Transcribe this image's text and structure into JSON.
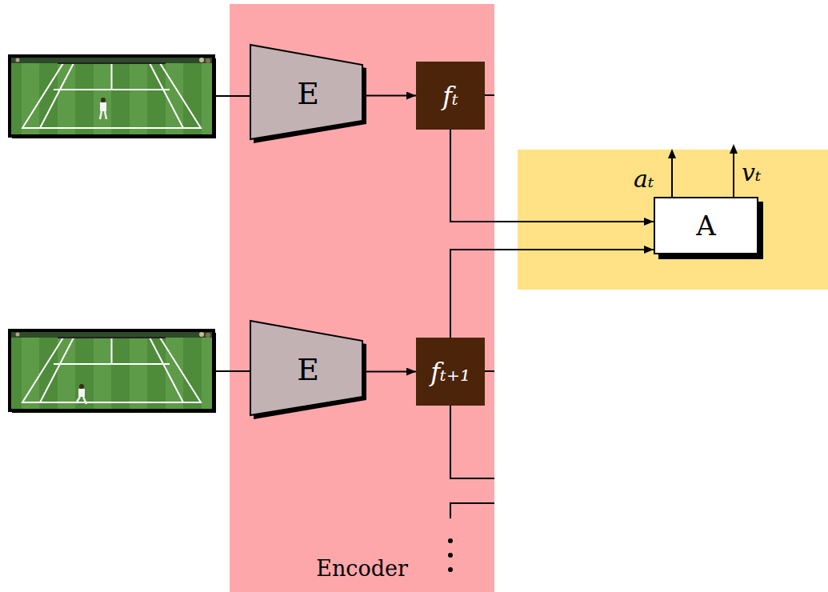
{
  "diagram": {
    "nodes": [
      {
        "text": [
          "Encoder"
        ]
      },
      {
        "text": [
          "E"
        ],
        "in": 0
      },
      {
        "text": [
          "fₜ"
        ],
        "in": 0
      },
      {
        "text": [
          "E"
        ],
        "in": 0
      },
      {
        "text": [
          "fₜ₊₁"
        ],
        "in": 0
      },
      {
        "text": [
          "A"
        ]
      }
    ],
    "edges": [
      {
        "from": 1,
        "to": 2,
        "arrow": "to"
      },
      {
        "from": 2,
        "to": 5,
        "arrow": "to"
      },
      {
        "from": 3,
        "to": 4,
        "arrow": "to"
      },
      {
        "from": 4,
        "to": 5,
        "arrow": "to"
      }
    ],
    "labels": [
      "aₜ",
      "vₜ"
    ]
  }
}
